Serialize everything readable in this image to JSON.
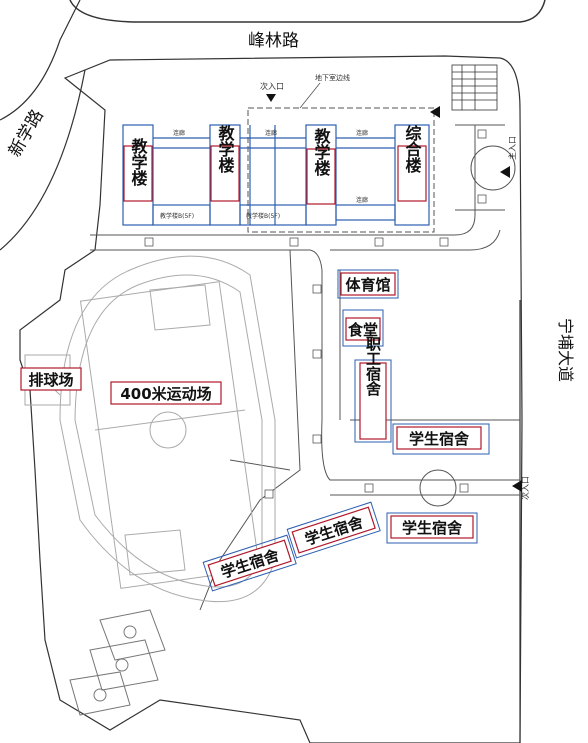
{
  "roads": {
    "north": "峰林路",
    "west": "新学路",
    "east": "宁埔大道"
  },
  "entrances": {
    "secondary_north": "次入口",
    "secondary_east": "次入口",
    "main_east": "主入口",
    "underground_garage": "地下室边线"
  },
  "buildings": {
    "teaching_1": "教学楼",
    "teaching_2": "教学楼",
    "teaching_3": "教学楼",
    "complex": "综合楼",
    "gym": "体育馆",
    "canteen": "食堂",
    "staff_dorm": "职工宿舍",
    "student_dorm_1": "学生宿舍",
    "student_dorm_2": "学生宿舍",
    "student_dorm_3": "学生宿舍",
    "student_dorm_4": "学生宿舍"
  },
  "facilities": {
    "volleyball": "排球场",
    "track": "400米运动场"
  },
  "small_labels": {
    "corridor": "连廊",
    "annex_a": "教学楼B(5F)",
    "annex_b": "教学楼B(5F)"
  },
  "colors": {
    "road_line": "#444444",
    "building_outline": "#2c5fb0",
    "label_border": "#b0182a",
    "underground_dash": "#555555"
  }
}
